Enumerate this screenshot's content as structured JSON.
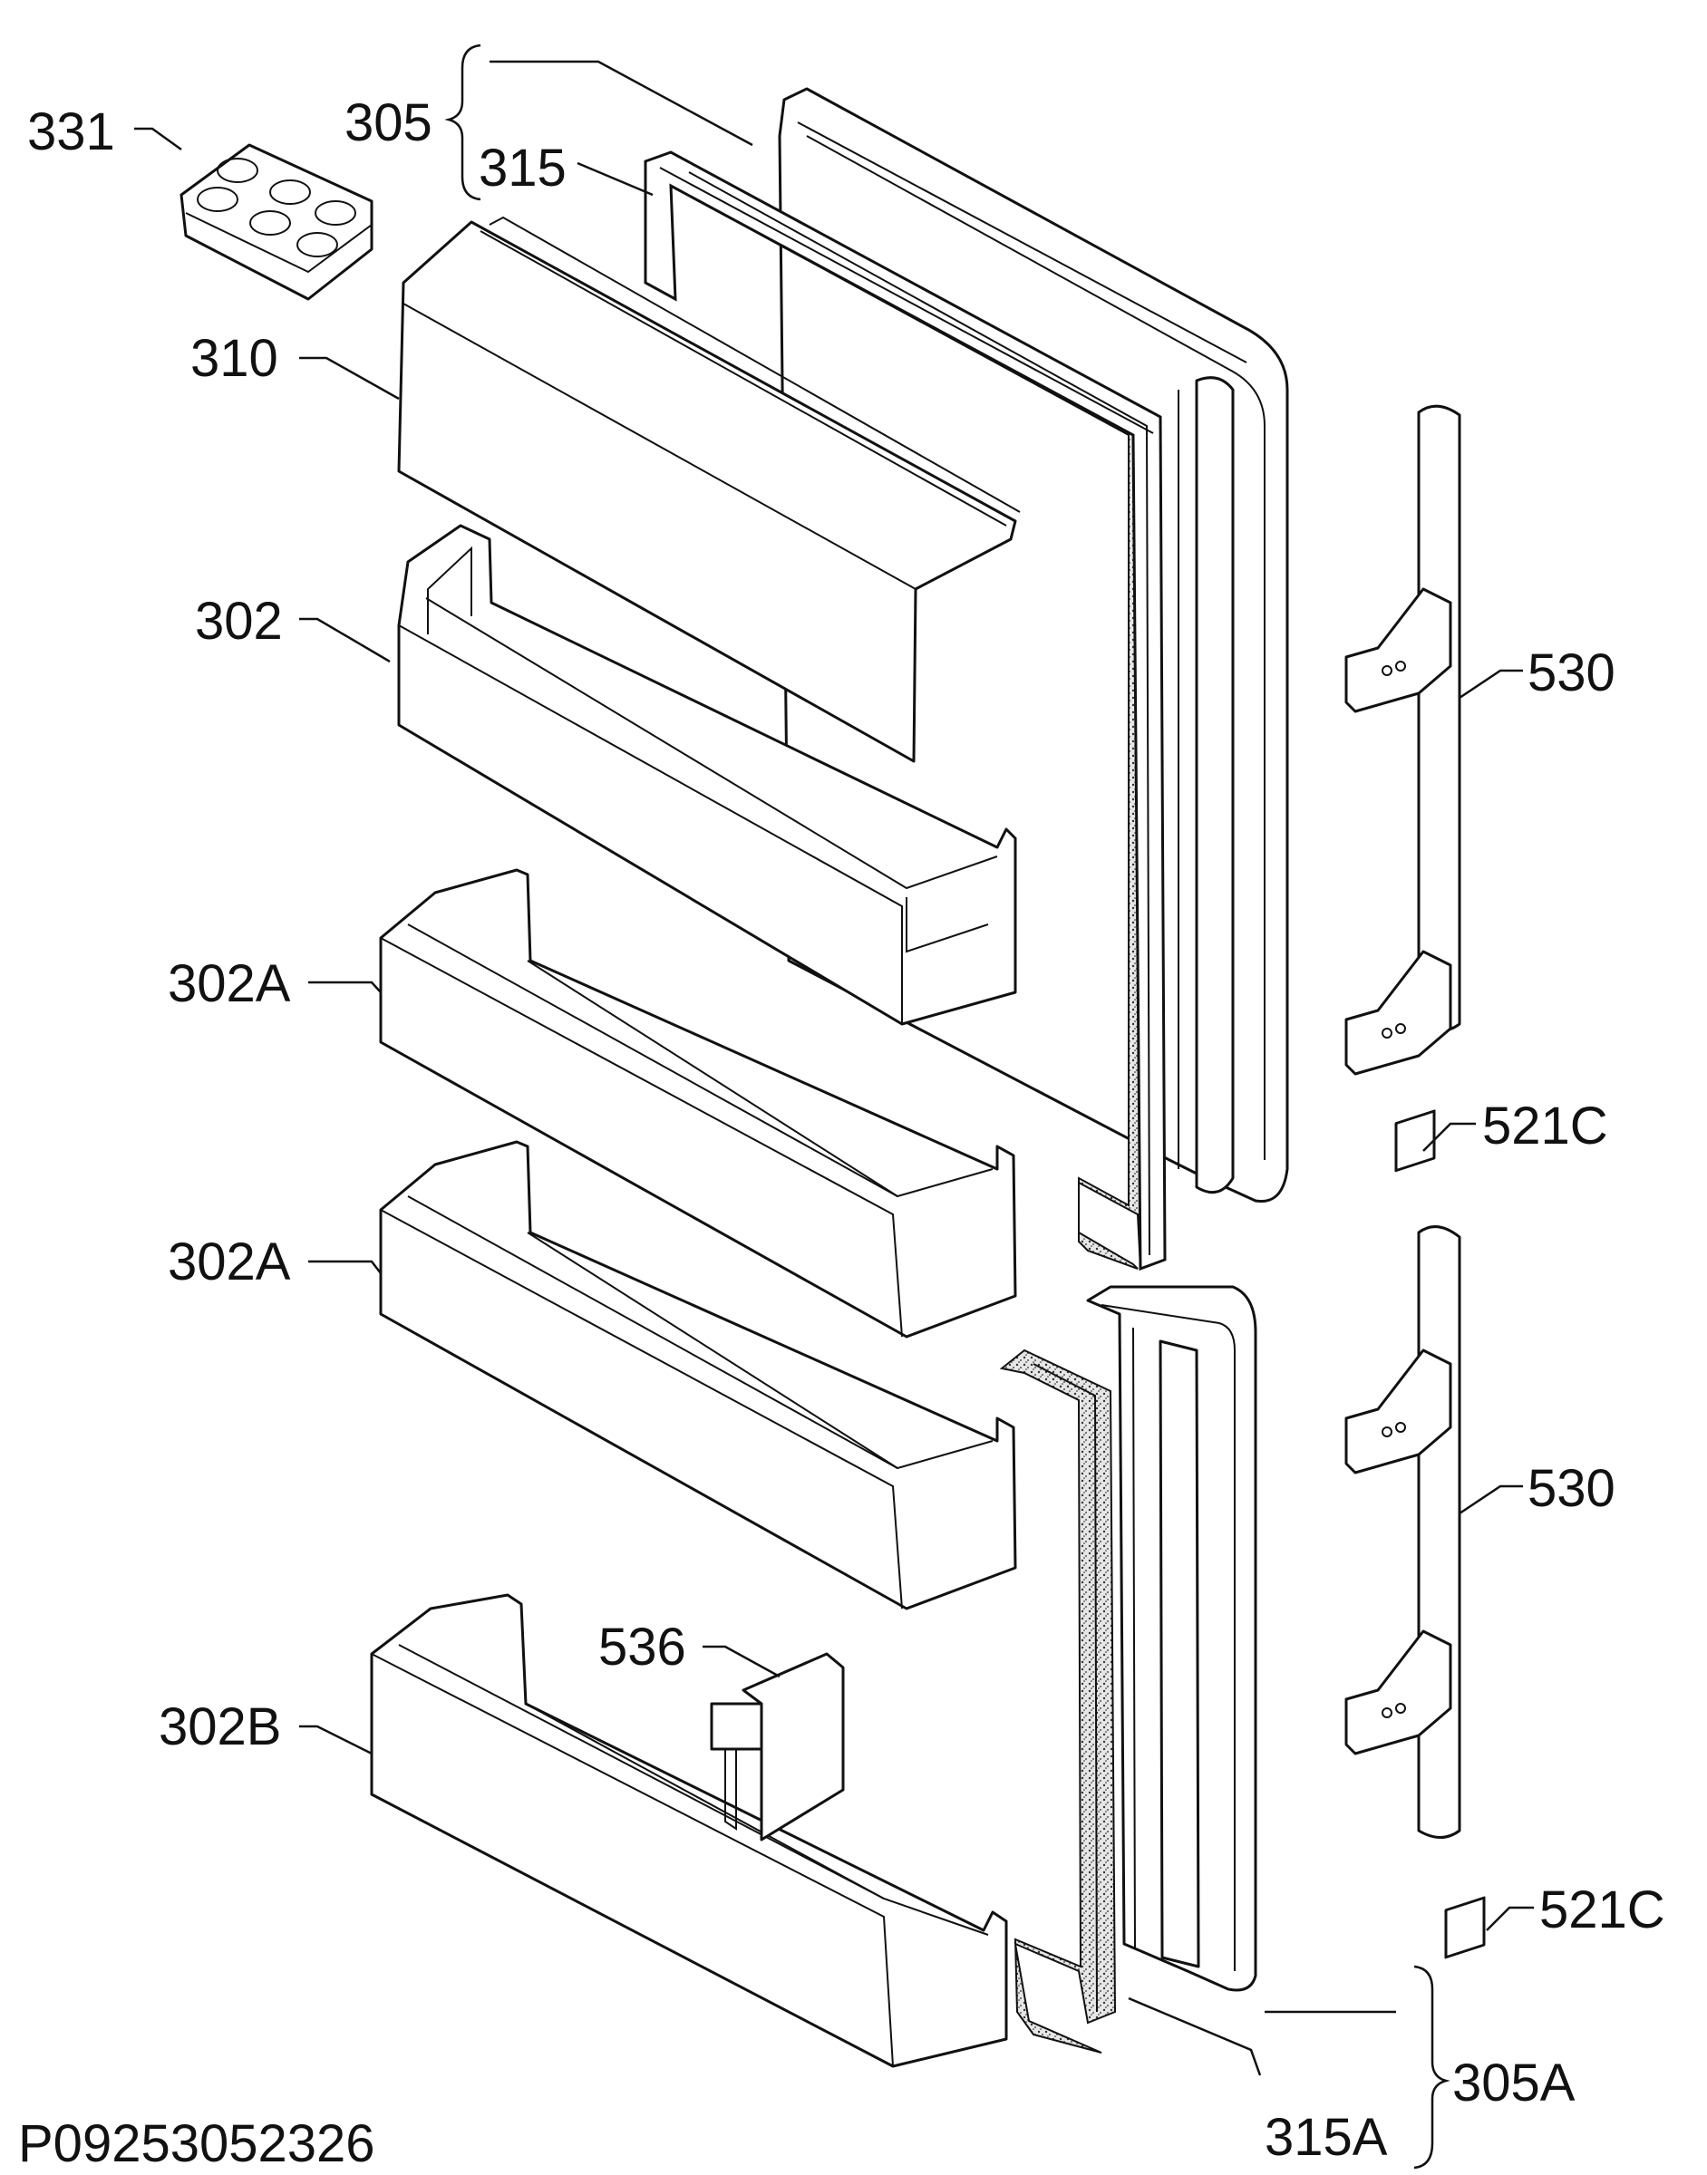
{
  "labels": {
    "p331": "331",
    "p305": "305",
    "p315": "315",
    "p310": "310",
    "p302": "302",
    "p302a_1": "302A",
    "p302a_2": "302A",
    "p302b": "302B",
    "p536": "536",
    "p530_1": "530",
    "p530_2": "530",
    "p521c_1": "521C",
    "p521c_2": "521C",
    "p305a": "305A",
    "p315a": "315A"
  },
  "diagram_code": "P09253052326"
}
